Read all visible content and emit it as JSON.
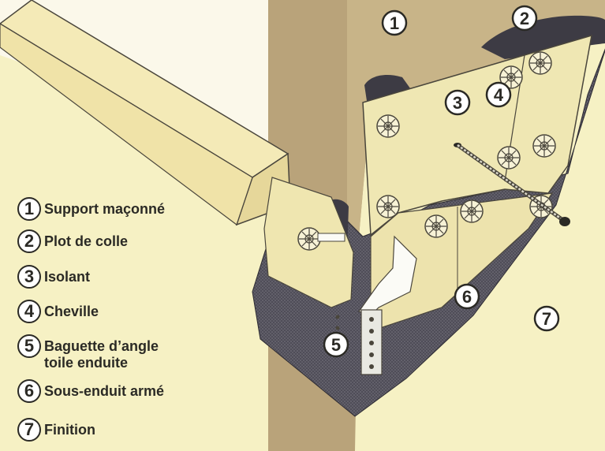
{
  "callouts": [
    "1",
    "2",
    "3",
    "4",
    "5",
    "6",
    "7"
  ],
  "legend": [
    {
      "number": "1",
      "line1": "Support maçonné",
      "line2": ""
    },
    {
      "number": "2",
      "line1": "Plot de colle",
      "line2": ""
    },
    {
      "number": "3",
      "line1": "Isolant",
      "line2": ""
    },
    {
      "number": "4",
      "line1": "Cheville",
      "line2": ""
    },
    {
      "number": "5",
      "line1": "Baguette d’angle",
      "line2": "toile enduite"
    },
    {
      "number": "6",
      "line1": "Sous-enduit armé",
      "line2": ""
    },
    {
      "number": "7",
      "line1": "Finition",
      "line2": ""
    }
  ],
  "colors": {
    "background": "#f6f1c4",
    "masonry": "#b9a37a",
    "insulation": "#efe7b3",
    "mesh": "#5a5862",
    "finish": "#f3eebf",
    "outline": "#2b2a25"
  }
}
